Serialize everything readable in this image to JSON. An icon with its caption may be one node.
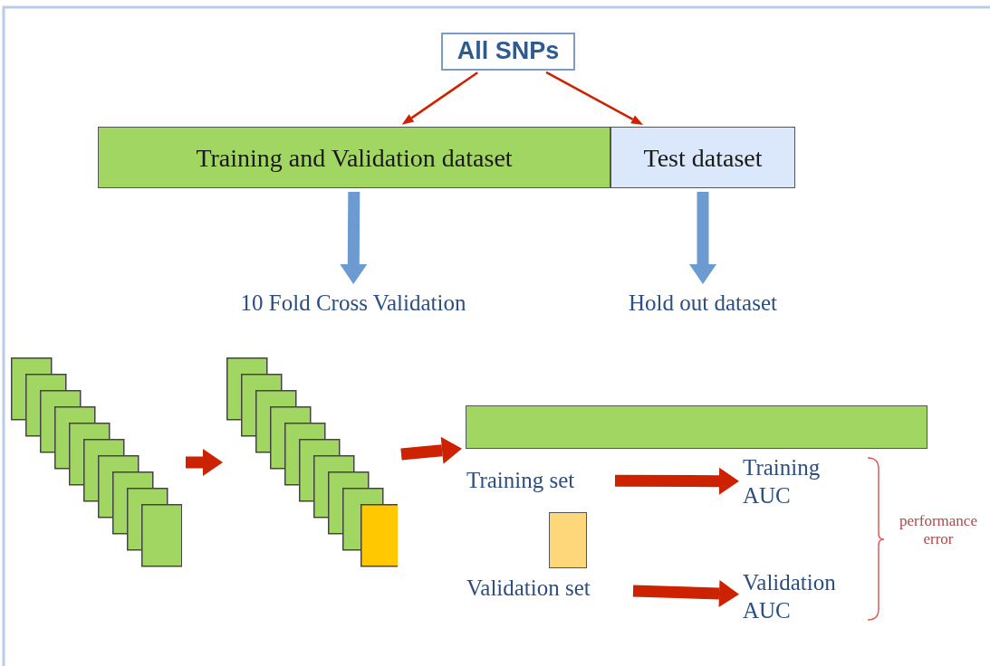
{
  "diagram": {
    "nodes": [
      {
        "text": [
          "All SNPs"
        ]
      },
      {
        "text": [
          "Training and Validation dataset"
        ]
      },
      {
        "text": [
          "Test dataset"
        ]
      },
      {
        "text": [
          "10 Fold Cross Validation"
        ]
      },
      {
        "text": [
          "Hold out dataset"
        ]
      },
      {
        "text": [],
        "shape": "box"
      },
      {
        "text": [],
        "shape": "box"
      },
      {
        "text": [],
        "shape": "box"
      },
      {
        "text": [
          "Training set"
        ]
      },
      {
        "text": [
          "Training AUC"
        ]
      },
      {
        "text": [],
        "shape": "box"
      },
      {
        "text": [
          "Validation set"
        ]
      },
      {
        "text": [
          "Validation AUC"
        ]
      }
    ],
    "edges": [
      {
        "from": 0,
        "to": 1,
        "arrow": "to"
      },
      {
        "from": 0,
        "to": 2,
        "arrow": "to"
      },
      {
        "from": 1,
        "to": 3,
        "arrow": "to",
        "color": "#6b9bd1"
      },
      {
        "from": 2,
        "to": 4,
        "arrow": "to",
        "color": "#6b9bd1"
      },
      {
        "from": 5,
        "to": 6,
        "arrow": "to"
      },
      {
        "from": 6,
        "to": 7,
        "arrow": "to"
      },
      {
        "from": 8,
        "to": 9,
        "arrow": "to"
      },
      {
        "from": 11,
        "to": 12,
        "arrow": "to"
      }
    ],
    "labels": [
      "performance error"
    ]
  }
}
